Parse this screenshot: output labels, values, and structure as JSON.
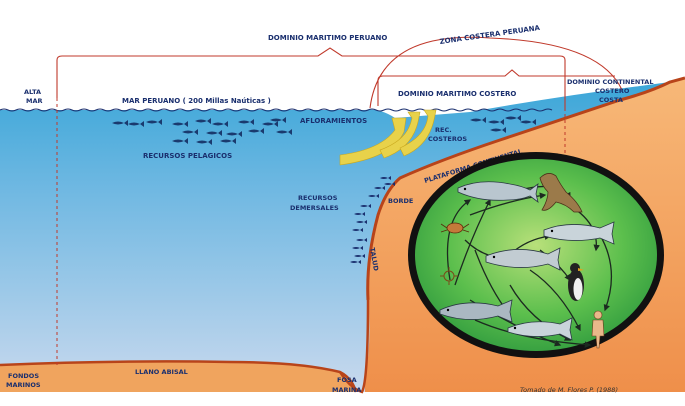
{
  "top": {
    "dominio_peruano": "DOMINIO MARITIMO PERUANO",
    "zona_costera": "ZONA COSTERA PERUANA",
    "alta_mar": [
      "ALTA",
      "MAR"
    ],
    "mar_peruano": "MAR PERUANO ( 200 Millas Naúticas )",
    "dominio_costero": "DOMINIO MARITIMO COSTERO",
    "dominio_continental": [
      "DOMINIO CONTINENTAL",
      "COSTERO",
      "COSTA"
    ]
  },
  "ocean": {
    "afloramientos": "AFLORAMIENTOS",
    "rec_costeros": [
      "REC.",
      "COSTEROS"
    ],
    "recursos_pelagicos": "RECURSOS PELAGICOS",
    "recursos_demersales": [
      "RECURSOS",
      "DEMERSALES"
    ],
    "plataforma": "PLATAFORMA CONTINENTAL",
    "borde": "BORDE",
    "talud": "TALUD"
  },
  "bottom": {
    "fondos_marinos": [
      "FONDOS",
      "MARINOS"
    ],
    "llano_abisal": "LLANO ABISAL",
    "fosa_marina": [
      "FOSA",
      "MARINA"
    ],
    "credit": "Tomado de M. Flores P. (1988)"
  },
  "colors": {
    "water_top": "#3aa6d8",
    "water_bottom": "#c9d9ee",
    "land": "#f2a15a",
    "land_dark": "#b8441a",
    "bracket": "#c0392b",
    "text": "#1a2f6e",
    "upwelling": "#e8d24a",
    "circle_green": "#49b84a"
  },
  "icons": [
    "fish-icon",
    "sea-lion-icon",
    "penguin-icon",
    "human-icon",
    "crab-icon",
    "plankton-icon",
    "upwelling-arrow-icon"
  ]
}
